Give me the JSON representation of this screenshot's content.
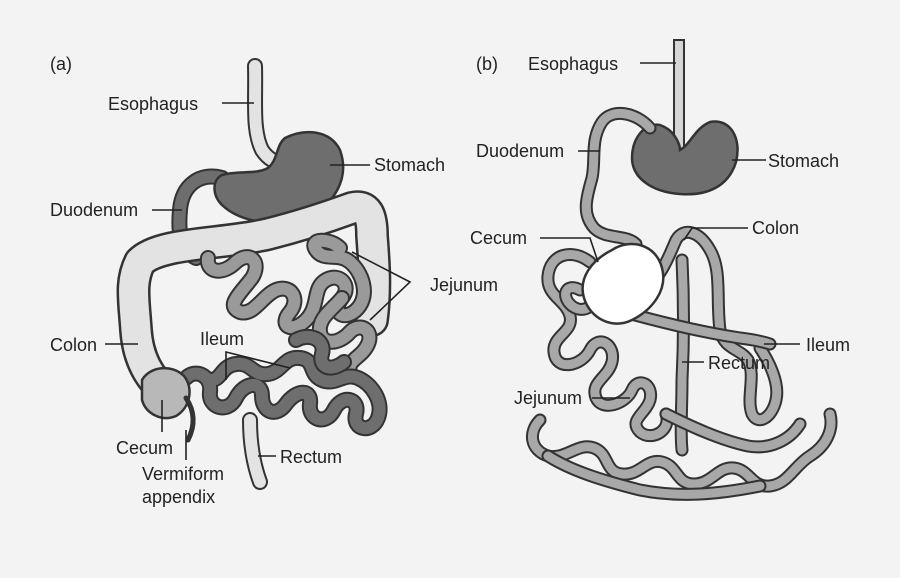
{
  "panel_a": {
    "tag": "(a)",
    "labels": {
      "esophagus": "Esophagus",
      "stomach": "Stomach",
      "duodenum": "Duodenum",
      "jejunum": "Jejunum",
      "colon": "Colon",
      "ileum": "Ileum",
      "cecum": "Cecum",
      "appendix_line1": "Vermiform",
      "appendix_line2": "appendix",
      "rectum": "Rectum"
    }
  },
  "panel_b": {
    "tag": "(b)",
    "labels": {
      "esophagus": "Esophagus",
      "duodenum": "Duodenum",
      "stomach": "Stomach",
      "cecum": "Cecum",
      "colon": "Colon",
      "jejunum": "Jejunum",
      "ileum": "Ileum",
      "rectum": "Rectum"
    }
  },
  "colors": {
    "background": "#f3f3f3",
    "stomach": "#6e6e6e",
    "small_intestine_dark": "#6e6e6e",
    "jejunum_mid": "#9a9a9a",
    "colon_light": "#e3e3e3",
    "cecum_b": "#ffffff",
    "outline": "#333333"
  }
}
